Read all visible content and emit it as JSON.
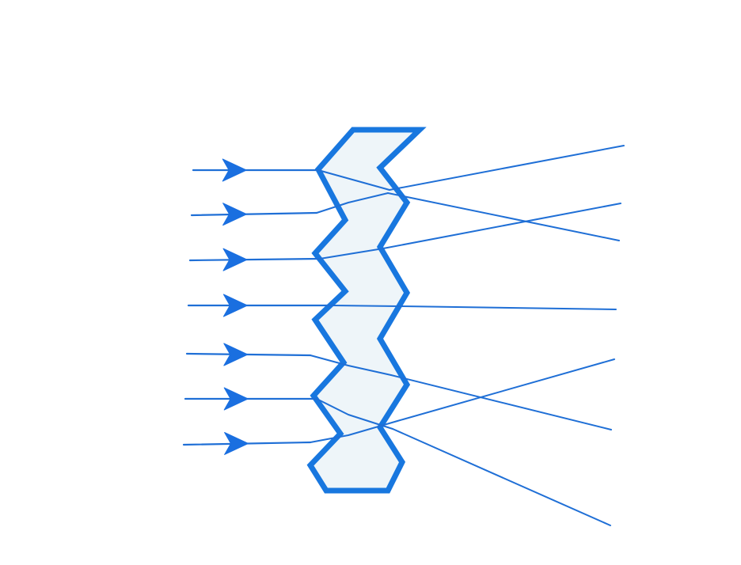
{
  "diagram": {
    "subject": "zigzag-prism-lens",
    "incoming_ray_count": 7,
    "outgoing_ray_count": 7,
    "colors": {
      "background": "#ffffff",
      "ray": "#1f6fd6",
      "lens_outline": "#1877df",
      "lens_fill": "#eef5f9",
      "arrowhead": "#1a6fe0"
    },
    "icons": {
      "arrowhead": "arrow-right-icon"
    }
  }
}
